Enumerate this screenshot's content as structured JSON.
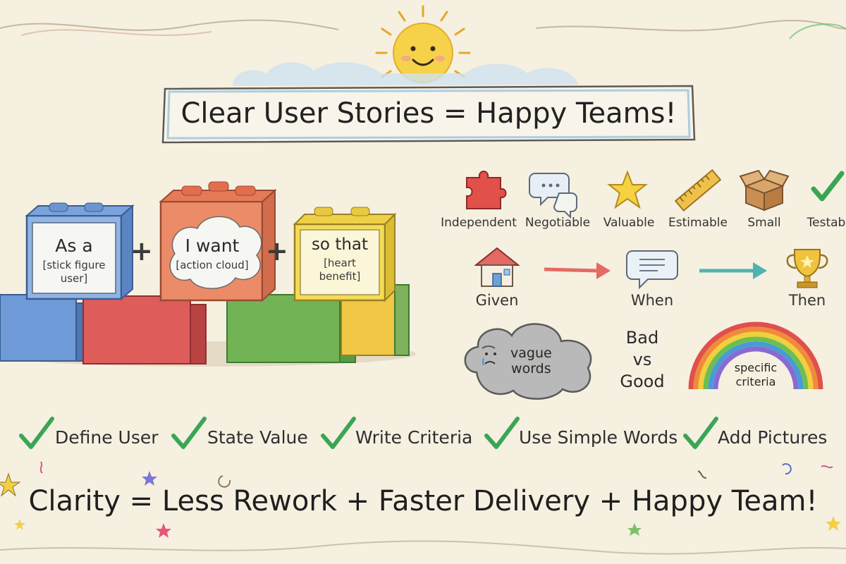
{
  "title": "Clear User Stories = Happy Teams!",
  "blocks": [
    {
      "main": "As a",
      "sub": "[stick figure user]",
      "color": "#5b8fd6"
    },
    {
      "main": "I want",
      "sub": "[action cloud]",
      "color": "#e7795c"
    },
    {
      "main": "so that",
      "sub": "[heart benefit]",
      "color": "#f2d64b"
    }
  ],
  "invest": [
    {
      "label": "Independent",
      "icon": "puzzle-piece-icon"
    },
    {
      "label": "Negotiable",
      "icon": "speech-bubbles-icon"
    },
    {
      "label": "Valuable",
      "icon": "star-icon"
    },
    {
      "label": "Estimable",
      "icon": "ruler-icon"
    },
    {
      "label": "Small",
      "icon": "box-icon"
    },
    {
      "label": "Testab",
      "icon": "checkmark-icon"
    }
  ],
  "flow": [
    {
      "label": "Given",
      "icon": "house-icon"
    },
    {
      "label": "When",
      "icon": "speech-bubble-icon"
    },
    {
      "label": "Then",
      "icon": "trophy-icon"
    }
  ],
  "bad_vs_good": {
    "bad": "vague words",
    "bad_line1": "vague",
    "bad_line2": "words",
    "vs_line1": "Bad",
    "vs_line2": "vs",
    "vs_line3": "Good",
    "good_line1": "specific",
    "good_line2": "criteria"
  },
  "checklist": [
    "Define User",
    "State Value",
    "Write Criteria",
    "Use Simple Words",
    "Add Pictures"
  ],
  "bottom_line": "Clarity = Less Rework + Faster Delivery + Happy Team!",
  "colors": {
    "background": "#f6f0e1",
    "check_green": "#3aa655",
    "arrow_red": "#e46a64",
    "arrow_teal": "#4fb3b0",
    "sun": "#f6d24a"
  }
}
